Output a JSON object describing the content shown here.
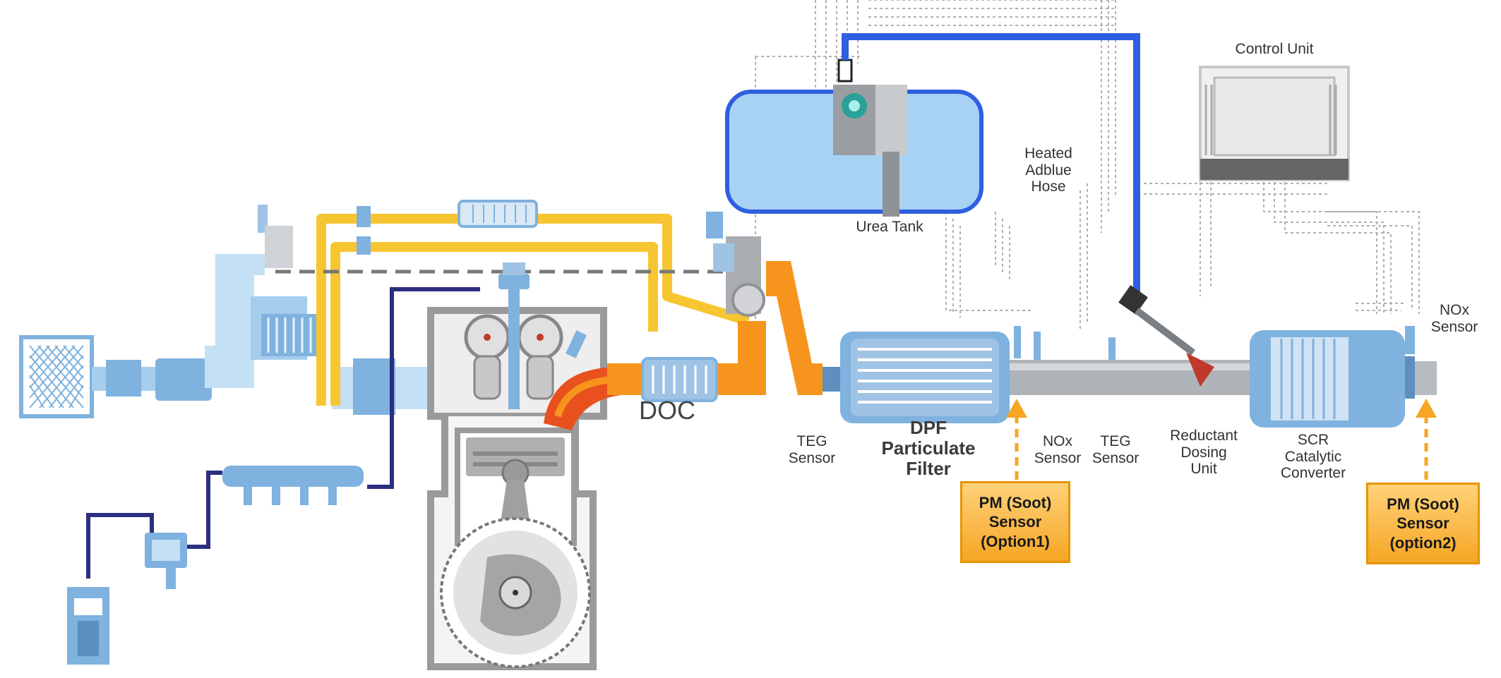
{
  "labels": {
    "control_unit": "Control Unit",
    "heated_hose": "Heated\nAdblue\nHose",
    "urea_tank": "Urea Tank",
    "doc": "DOC",
    "teg_sensor_1": "TEG\nSensor",
    "dpf": "DPF\nParticulate\nFilter",
    "nox_sensor_1": "NOx\nSensor",
    "teg_sensor_2": "TEG\nSensor",
    "reductant_dosing": "Reductant\nDosing\nUnit",
    "scr": "SCR\nCatalytic\nConverter",
    "nox_sensor_2": "NOx\nSensor"
  },
  "callouts": {
    "pm_sensor_1": "PM (Soot)\nSensor\n(Option1)",
    "pm_sensor_2": "PM (Soot)\nSensor\n(option2)"
  },
  "colors": {
    "exhaust_orange": "#f7941d",
    "egr_yellow": "#f7c531",
    "intake_blue": "#7fb2de",
    "fuel_navy": "#2b2f7e",
    "urea_line_blue": "#2f5fe0",
    "tank_blue": "#a8d2f4",
    "engine_grey": "#9a9a9a",
    "pipe_grey": "#9ea3a8",
    "callout_amber": "#f5a623"
  },
  "icons": [
    "intake-filter-icon",
    "turbocharger-icon",
    "intercooler-icon",
    "egr-cooler-icon",
    "engine-block-icon",
    "fuel-pump-icon",
    "fuel-tank-icon",
    "urea-pump-icon",
    "control-unit-icon",
    "dosing-injector-icon"
  ]
}
